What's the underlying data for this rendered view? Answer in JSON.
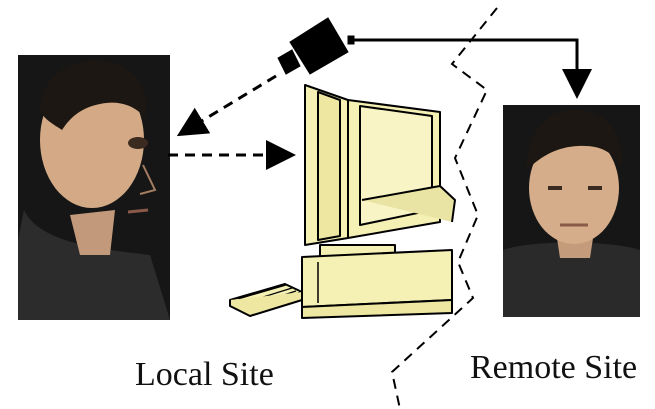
{
  "labels": {
    "local_site": "Local Site",
    "remote_site": "Remote Site"
  },
  "icons": {
    "camera": "video-camera-icon",
    "computer": "computer-workstation-icon",
    "local_person": "local-person-photo",
    "remote_person": "remote-person-photo"
  },
  "colors": {
    "computer_fill": "#f5f0b4",
    "line": "#000000",
    "photo_background": "#161616"
  }
}
